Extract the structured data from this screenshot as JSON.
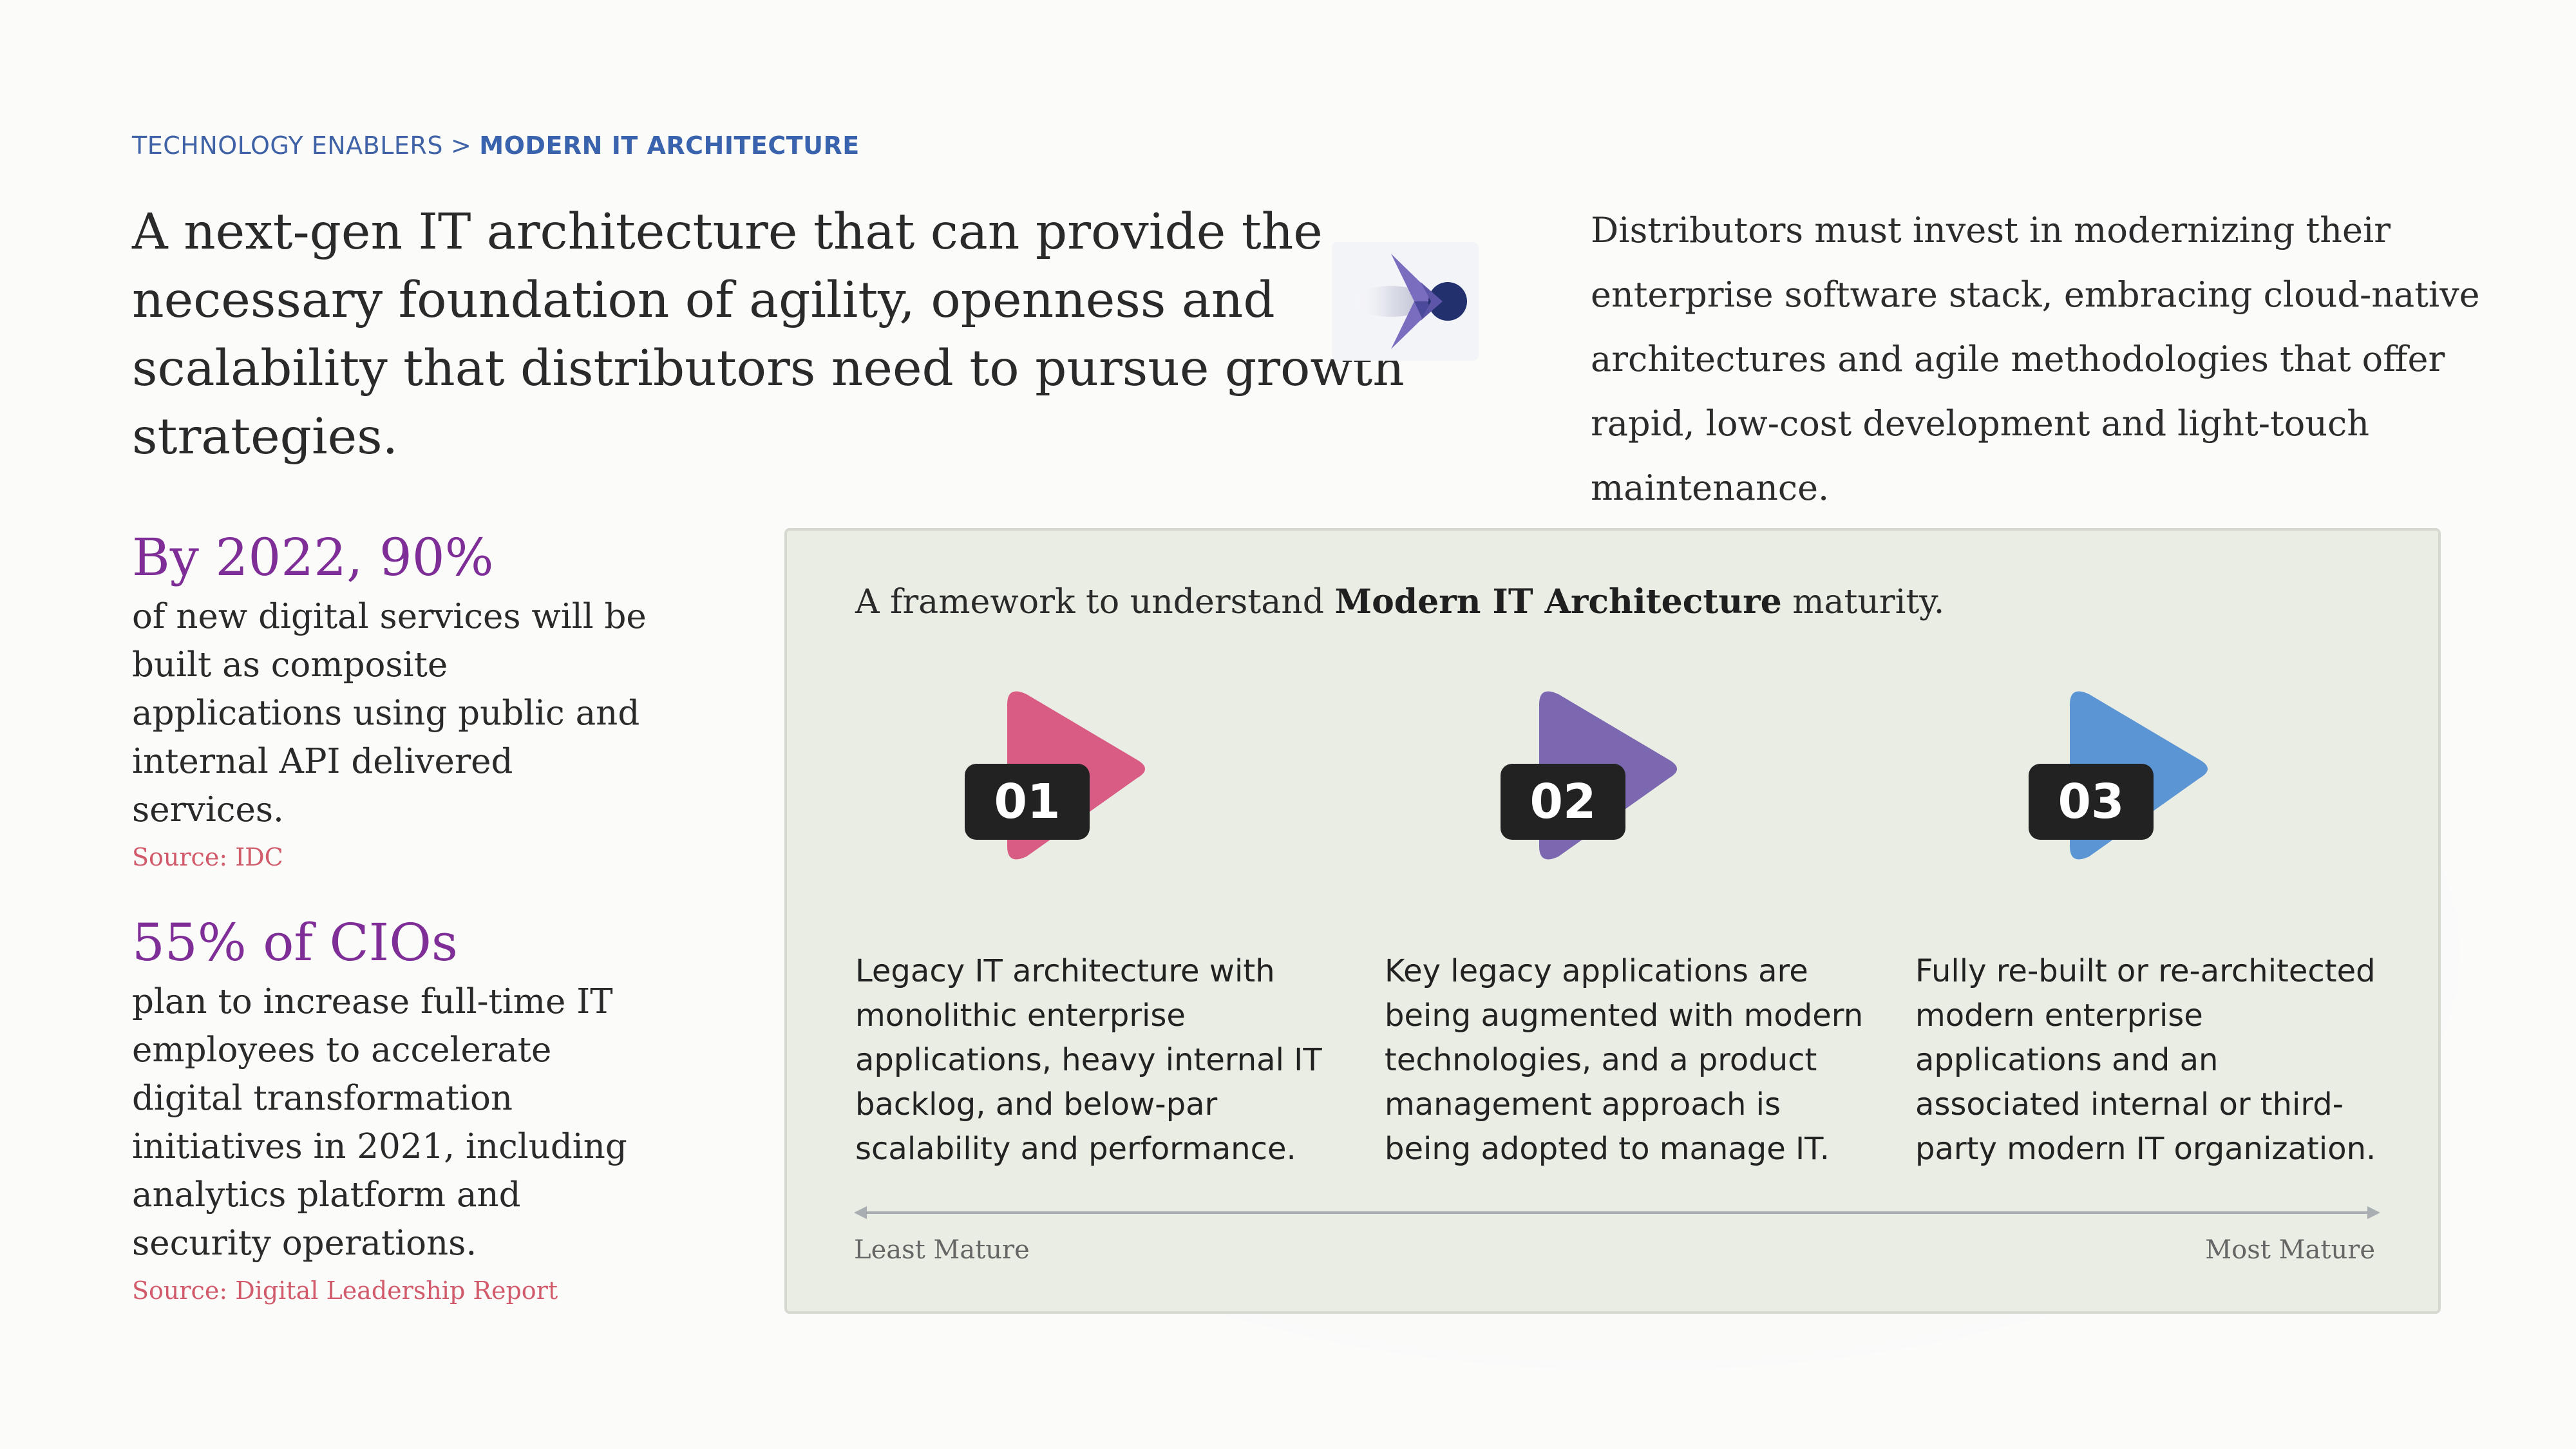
{
  "breadcrumb": {
    "section": "TECHNOLOGY ENABLERS",
    "separator": ">",
    "current": "MODERN IT ARCHITECTURE"
  },
  "headline": {
    "lines": [
      "A next-gen IT architecture that can provide the",
      "necessary foundation of agility, openness and",
      "scalability that distributors need to pursue growth",
      "strategies."
    ]
  },
  "logo": {
    "icon": "chevron-arrow-icon",
    "colors": [
      "#7a6cbf",
      "#23306e"
    ]
  },
  "intro": {
    "lines": [
      "Distributors must invest in modernizing their",
      "enterprise software stack, embracing cloud-native",
      "architectures and agile methodologies that offer",
      "rapid, low-cost development and light-touch",
      "maintenance."
    ]
  },
  "stats": [
    {
      "headline": "By 2022, 90%",
      "body": [
        "of new digital services will be",
        "built as composite",
        "applications using public and",
        "internal API delivered",
        "services."
      ],
      "source": "Source: IDC"
    },
    {
      "headline": "55% of CIOs",
      "body": [
        "plan to increase full-time IT",
        "employees to accelerate",
        "digital transformation",
        "initiatives in 2021, including",
        "analytics platform and",
        "security operations."
      ],
      "source": "Source: Digital Leadership Report"
    }
  ],
  "framework": {
    "title_prefix": "A framework to understand ",
    "title_bold": "Modern IT Architecture",
    "title_suffix": " maturity.",
    "stages": [
      {
        "number": "01",
        "color": "#d95c85",
        "icon": "play-arrow-icon",
        "lines": [
          "Legacy IT architecture with",
          "monolithic enterprise",
          "applications, heavy internal IT",
          "backlog, and below-par",
          "scalability and performance."
        ]
      },
      {
        "number": "02",
        "color": "#7b68b0",
        "icon": "play-arrow-icon",
        "lines": [
          "Key legacy applications are",
          "being augmented with modern",
          "technologies, and a product",
          "management approach is",
          "being adopted to manage IT."
        ]
      },
      {
        "number": "03",
        "color": "#5b95d4",
        "icon": "play-arrow-icon",
        "lines": [
          "Fully re-built or re-architected",
          "modern enterprise",
          "applications and an",
          "associated internal or third-",
          "party modern IT organization."
        ]
      }
    ],
    "axis": {
      "left_label": "Least Mature",
      "right_label": "Most Mature"
    }
  }
}
